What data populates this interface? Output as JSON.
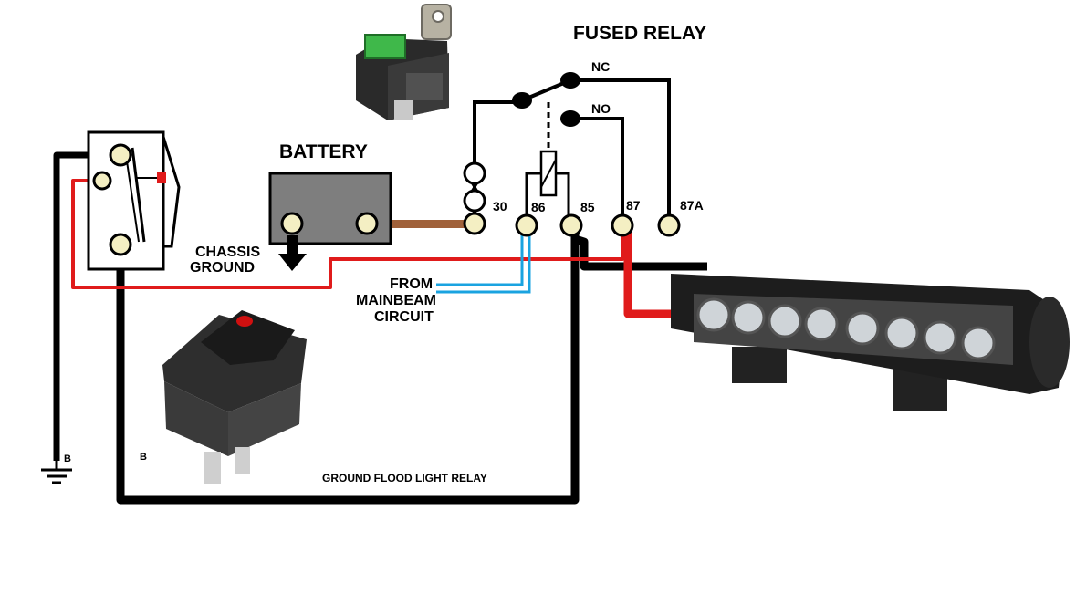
{
  "labels": {
    "fused_relay": "FUSED RELAY",
    "battery": "BATTERY",
    "chassis_ground_line1": "CHASSIS",
    "chassis_ground_line2": "GROUND",
    "from_line1": "FROM",
    "from_line2": "MAINBEAM",
    "from_line3": "CIRCUIT",
    "ground_flood_light_relay": "GROUND FLOOD LIGHT RELAY",
    "ground_symbol_b": "B",
    "switch_b": "B"
  },
  "relay_terminals": {
    "t30": "30",
    "t86": "86",
    "t85": "85",
    "t87": "87",
    "t87a": "87A",
    "nc": "NC",
    "no": "NO"
  },
  "wire_colors": {
    "ground": "#000000",
    "power": "#e01b1b",
    "signal": "#1aa3e0",
    "battery_link": "#a0613a"
  },
  "icons": [
    "relay-photo-icon",
    "battery-icon",
    "rocker-switch-photo-icon",
    "led-light-bar-icon",
    "ground-symbol-icon",
    "chassis-ground-arrow-icon"
  ]
}
